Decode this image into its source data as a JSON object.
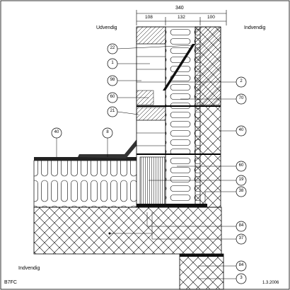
{
  "dimensions": {
    "total": "340",
    "segments": [
      "108",
      "132",
      "100"
    ]
  },
  "labels": {
    "outside": "Udvendig",
    "inside_top": "Indvendig",
    "inside_bottom": "Indvendig",
    "drawing_code": "B7FC",
    "date": "1.3.2006"
  },
  "callouts_left": [
    "22",
    "1",
    "98",
    "60",
    "21"
  ],
  "callouts_roof": [
    "40",
    "8"
  ],
  "callouts_right": [
    "2",
    "70",
    "40",
    "60",
    "19",
    "38",
    "84",
    "37",
    "84",
    "3"
  ]
}
